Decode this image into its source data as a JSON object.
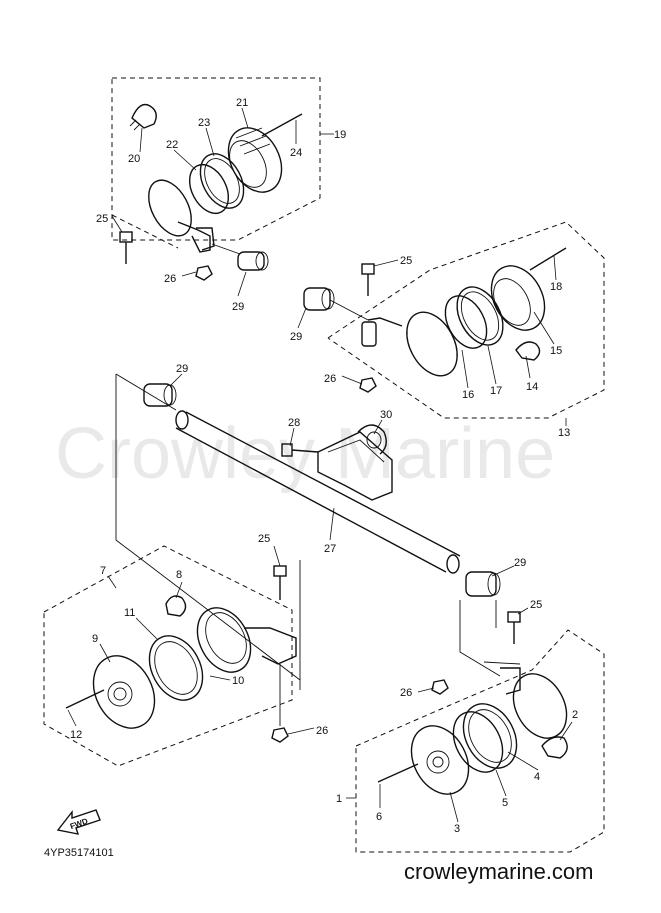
{
  "diagram": {
    "watermark": "Crowley Marine",
    "website": "crowleymarine.com",
    "drawing_code": "4YP35174101",
    "fwd_label": "FWD",
    "callouts": [
      "1",
      "2",
      "3",
      "4",
      "5",
      "6",
      "7",
      "8",
      "9",
      "10",
      "11",
      "12",
      "13",
      "14",
      "15",
      "16",
      "17",
      "18",
      "19",
      "20",
      "21",
      "22",
      "23",
      "24",
      "25",
      "25",
      "25",
      "25",
      "26",
      "26",
      "26",
      "26",
      "27",
      "28",
      "29",
      "29",
      "29",
      "29",
      "30"
    ]
  }
}
